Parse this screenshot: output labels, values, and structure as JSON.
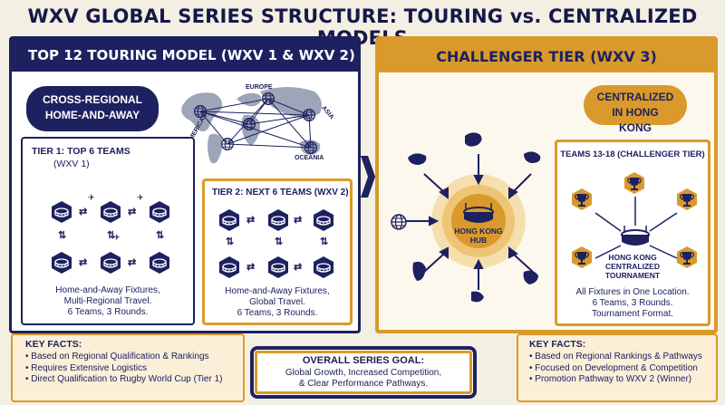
{
  "title": "WXV GLOBAL SERIES STRUCTURE: TOURING vs. CENTRALIZED MODELS",
  "left": {
    "header": "TOP 12 TOURING MODEL (WXV 1 & WXV 2)",
    "pill": "CROSS-REGIONAL HOME-AND-AWAY",
    "map_labels": [
      "EUROPE",
      "ASIA",
      "AMERICAS",
      "OCEANIA"
    ],
    "tier1": {
      "title": "TIER 1: TOP 6 TEAMS",
      "subtitle": "(WXV 1)",
      "desc": [
        "Home-and-Away Fixtures,",
        "Multi-Regional Travel.",
        "6 Teams, 3 Rounds."
      ]
    },
    "tier2": {
      "title": "TIER 2: NEXT 6 TEAMS (WXV 2)",
      "desc": [
        "Home-and-Away Fixtures,",
        "Global Travel.",
        "6 Teams, 3 Rounds."
      ]
    }
  },
  "right": {
    "header": "CHALLENGER TIER (WXV 3)",
    "pill": "CENTRALIZED IN HONG KONG",
    "hub_label": [
      "HONG KONG",
      "HUB"
    ],
    "teams": {
      "title": "TEAMS 13-18 (CHALLENGER TIER)",
      "tournament": [
        "HONG KONG",
        "CENTRALIZED",
        "TOURNAMENT"
      ],
      "desc": [
        "All Fixtures in One Location.",
        "6 Teams, 3 Rounds.",
        "Tournament Format."
      ]
    }
  },
  "facts_left": {
    "title": "KEY FACTS:",
    "items": [
      "Based on Regional Qualification & Rankings",
      "Requires Extensive Logistics",
      "Direct Qualification to Rugby World Cup (Tier 1)"
    ]
  },
  "goal": {
    "title": "OVERALL SERIES GOAL:",
    "lines": [
      "Global Growth, Increased Competition,",
      "& Clear Performance Pathways."
    ]
  },
  "facts_right": {
    "title": "KEY FACTS:",
    "items": [
      "Based on Regional Rankings & Pathways",
      "Focused on Development & Competition",
      "Promotion Pathway to WXV 2 (Winner)"
    ]
  },
  "colors": {
    "navy": "#1d2160",
    "gold": "#d99a2b",
    "cream": "#f4efe3"
  }
}
